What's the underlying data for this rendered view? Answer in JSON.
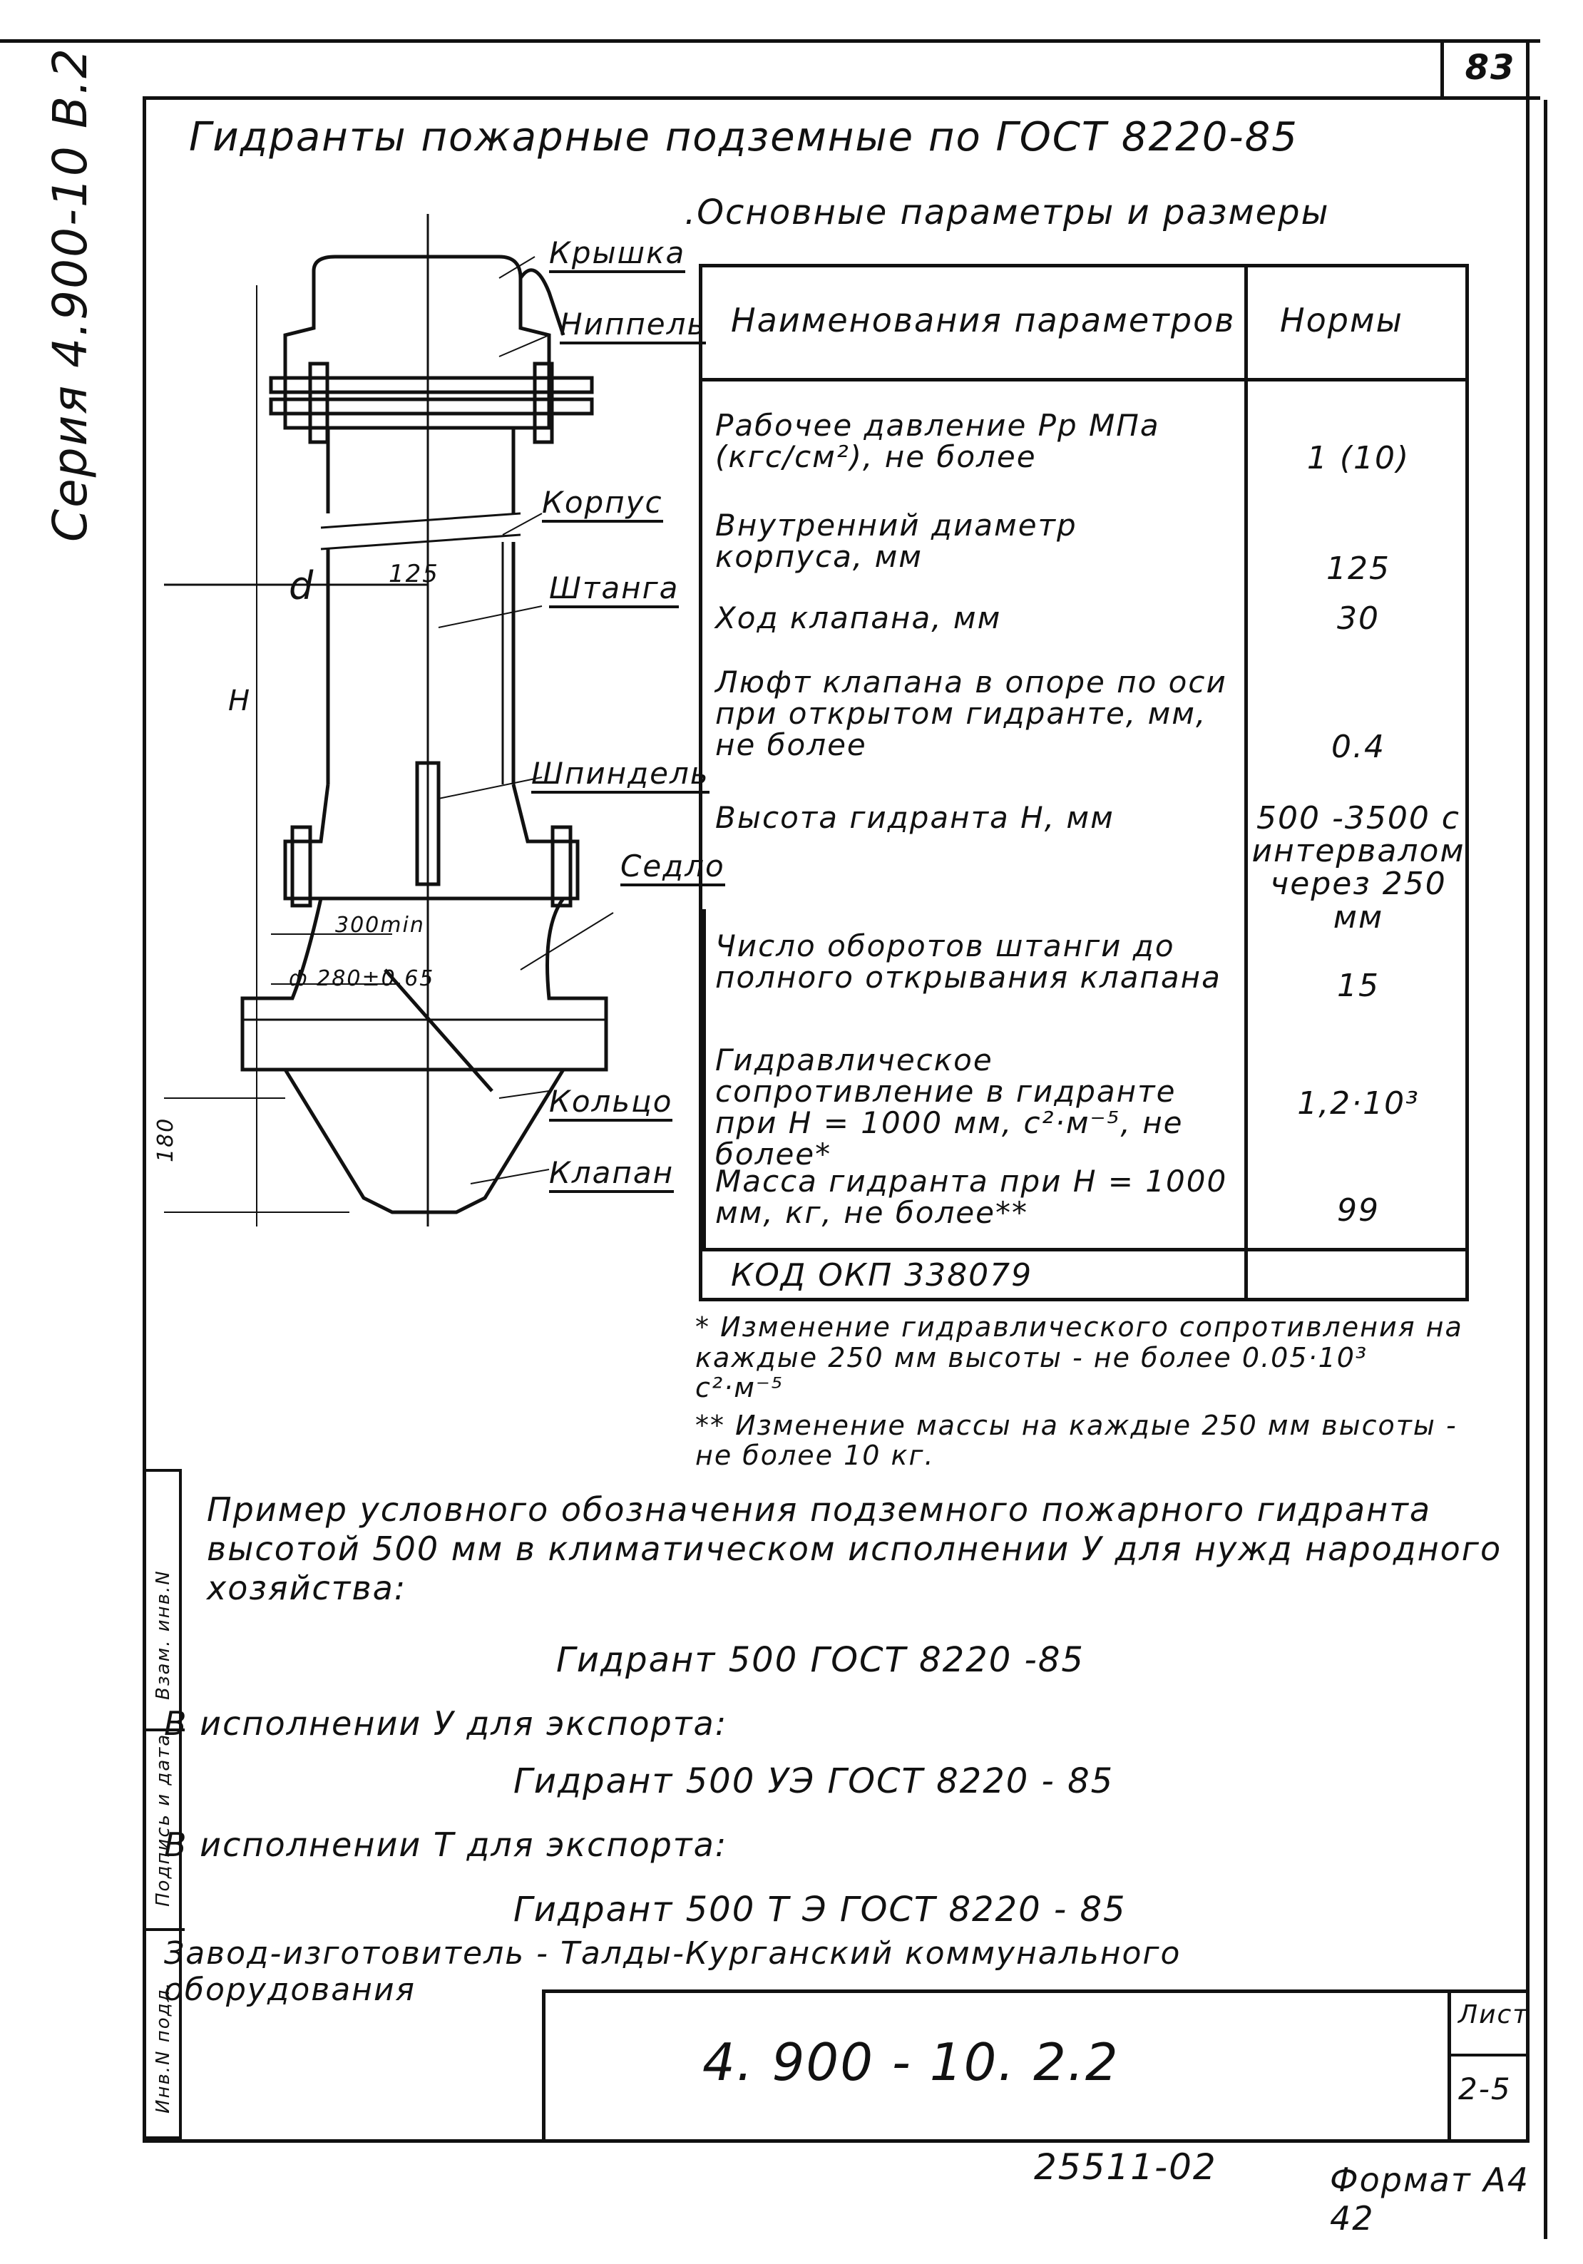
{
  "sheet_number": "83",
  "series": "Серия 4.900-10 В.2",
  "title": "Гидранты пожарные подземные по ГОСТ 8220-85",
  "subtitle": ".Основные параметры и размеры",
  "table": {
    "header_name": "Наименования параметров",
    "header_norm": "Нормы",
    "rows": [
      {
        "name": "Рабочее давление Рр МПа (кгс/см²), не более",
        "value": "1 (10)"
      },
      {
        "name": "Внутренний диаметр корпуса, мм",
        "value": "125"
      },
      {
        "name": "Ход клапана, мм",
        "value": "30"
      },
      {
        "name": "Люфт клапана в опоре по оси при открытом гидранте, мм, не более",
        "value": "0.4"
      },
      {
        "name": "Высота гидранта Н, мм",
        "value": "500 -3500 с интервалом через 250 мм"
      },
      {
        "name": "Число оборотов штанги до полного открывания клапана",
        "value": "15"
      },
      {
        "name": "Гидравлическое сопротивление в гидранте при Н = 1000 мм, с²·м⁻⁵, не более*",
        "value": "1,2·10³"
      },
      {
        "name": "Масса гидранта при Н = 1000 мм, кг, не более**",
        "value": "99"
      }
    ],
    "kod": "КОД ОКП 338079"
  },
  "callouts": {
    "kryshka": "Крышка",
    "nippel": "Ниппель",
    "korpus": "Корпус",
    "shtanga": "Штанга",
    "shpindel": "Шпиндель",
    "sedlo": "Седло",
    "koltso": "Кольцо",
    "klapan": "Клапан"
  },
  "dims": {
    "d": "d",
    "d125": "125",
    "H": "H",
    "d300": "300min",
    "d280": "ф 280±0.65",
    "d180": "180"
  },
  "notes": {
    "n1": "* Изменение гидравлического сопротивления на каждые 250 мм высоты - не более 0.05·10³ с²·м⁻⁵",
    "n2": "** Изменение массы на каждые 250 мм высоты - не более 10 кг."
  },
  "example": {
    "intro": "Пример условного обозначения подземного пожарного гидранта высотой 500 мм в климатическом исполнении У для нужд народного хозяйства:",
    "line1": "Гидрант 500 ГОСТ 8220 -85",
    "label2": "В исполнении У для экспорта:",
    "line2": "Гидрант 500 УЭ ГОСТ 8220 - 85",
    "label3": "В исполнении Т для экспорта:",
    "line3": "Гидрант 500 Т Э ГОСТ 8220 - 85",
    "maker": "Завод-изготовитель - Талды-Курганский коммунального оборудования"
  },
  "stamp": {
    "designation": "4. 900 - 10. 2.2",
    "list_label": "Лист",
    "list_value": "2-5",
    "code": "25511-02",
    "format": "Формат А4 42"
  },
  "sidebar": {
    "vzam": "Взам. инв.N",
    "podpis": "Подпись и дата",
    "inv": "Инв.N подл."
  }
}
